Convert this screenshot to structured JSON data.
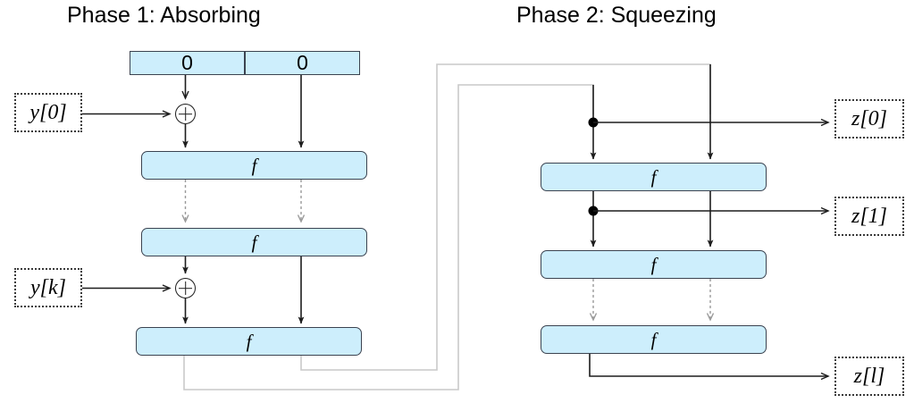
{
  "diagram": {
    "phases": [
      {
        "id": "phase1",
        "title": "Phase 1: Absorbing"
      },
      {
        "id": "phase2",
        "title": "Phase 2: Squeezing"
      }
    ],
    "state_cells": [
      {
        "label": "0"
      },
      {
        "label": "0"
      }
    ],
    "phase1": {
      "f_boxes": [
        {
          "label": "f"
        },
        {
          "label": "f"
        },
        {
          "label": "f"
        }
      ],
      "inputs": [
        {
          "label": "y[0]"
        },
        {
          "label": "y[k]"
        }
      ],
      "xor_nodes": [
        {
          "name": "xor-y0"
        },
        {
          "name": "xor-yk"
        }
      ]
    },
    "phase2": {
      "f_boxes": [
        {
          "label": "f"
        },
        {
          "label": "f"
        },
        {
          "label": "f"
        }
      ],
      "outputs": [
        {
          "label": "z[0]"
        },
        {
          "label": "z[1]"
        },
        {
          "label": "z[l]"
        }
      ]
    },
    "colors": {
      "box_fill": "#cdeefc",
      "box_stroke": "#3b4350",
      "arrow": "#1d1d1d",
      "dashed_arrow": "#9a9a9a",
      "feedback": "#c9c9c9",
      "io_stroke": "#3a3a3a"
    }
  }
}
